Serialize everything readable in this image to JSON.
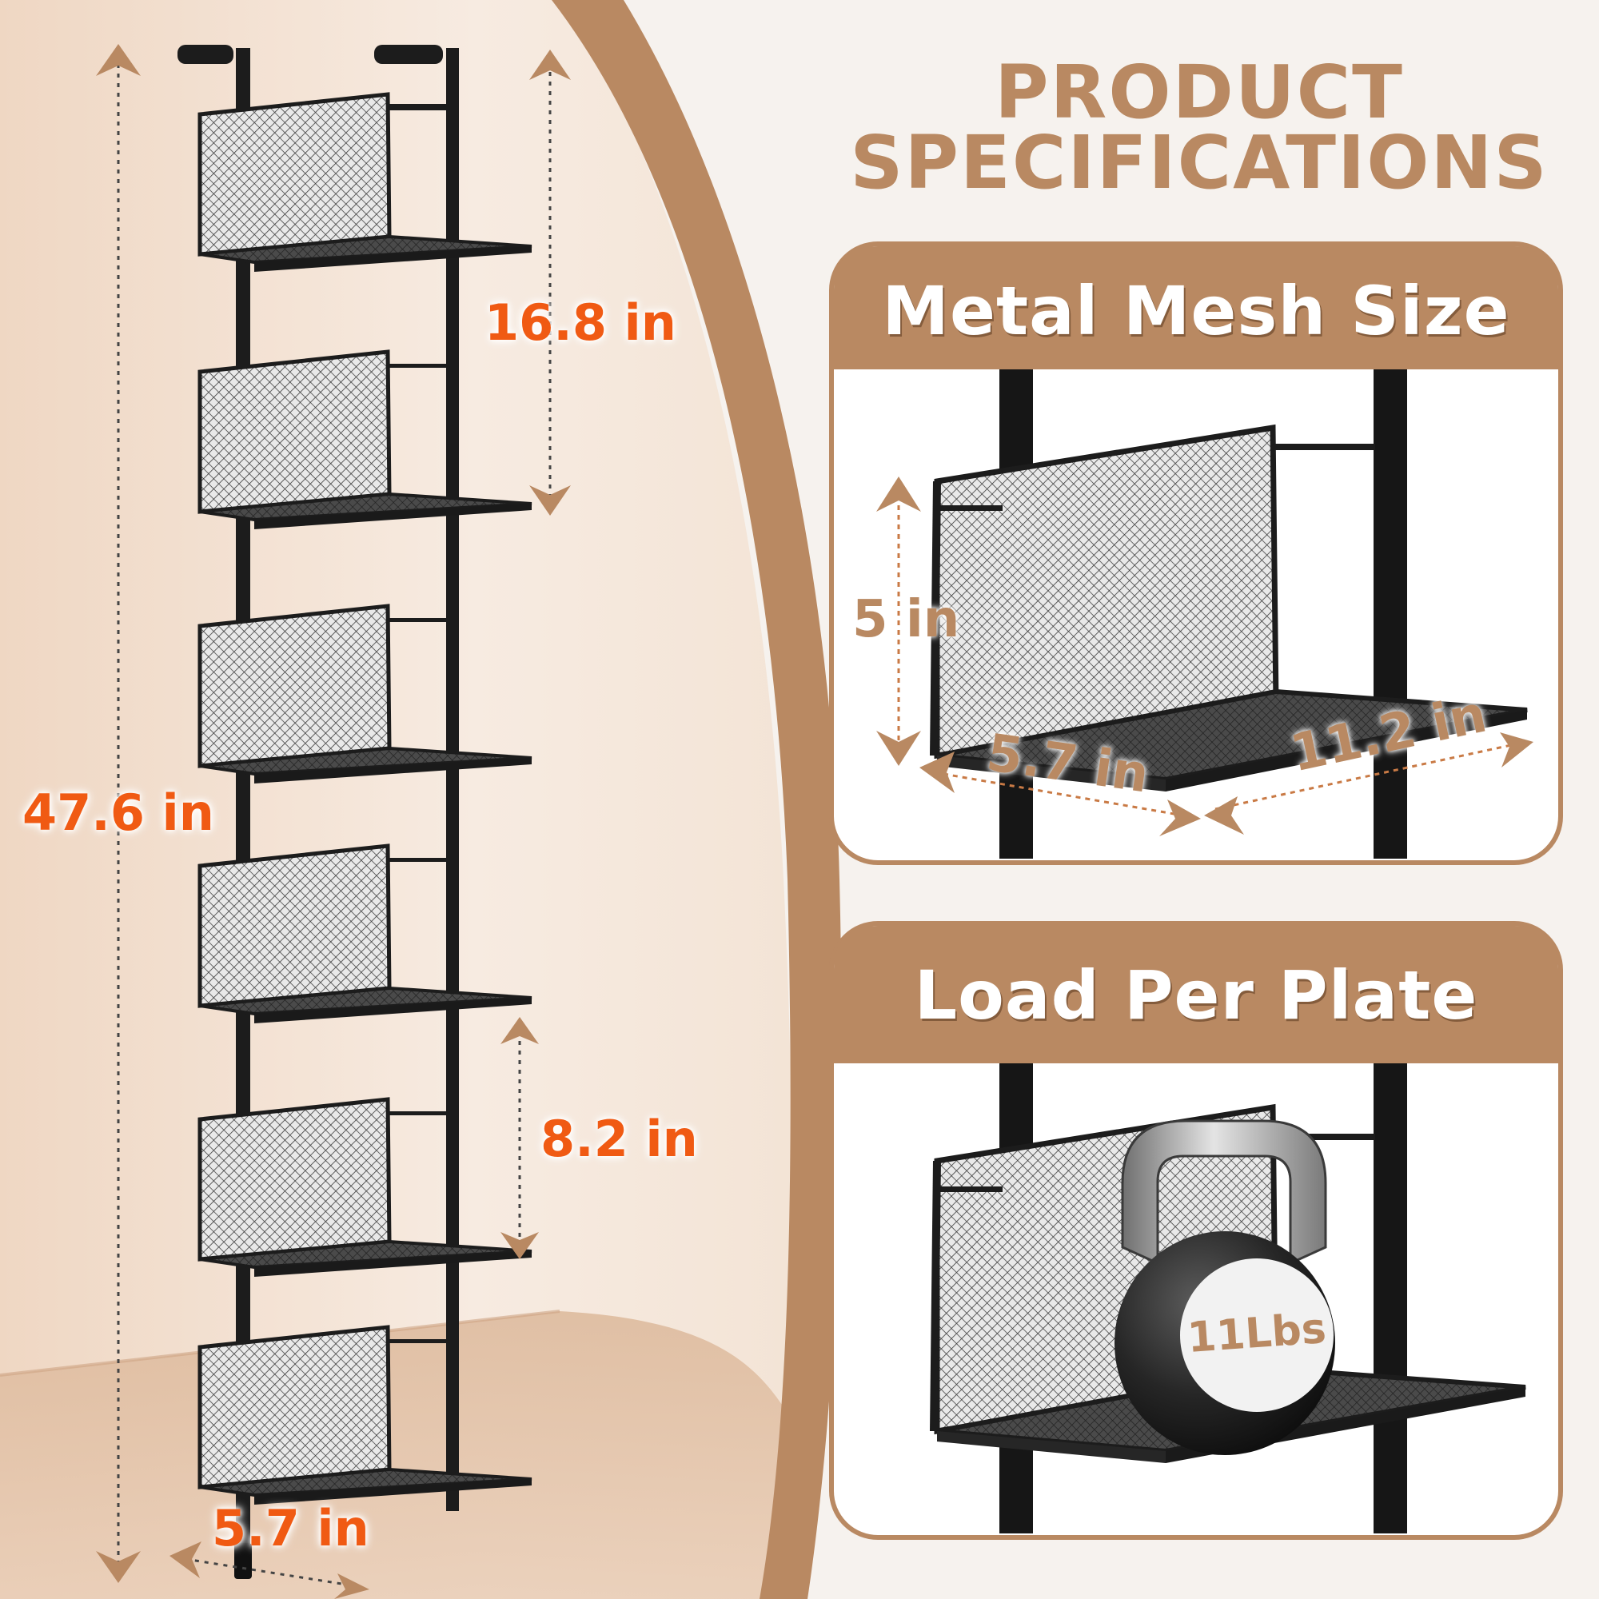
{
  "header": {
    "title_line1": "PRODUCT",
    "title_line2": "SPECIFICATIONS"
  },
  "dimensions": {
    "total_height": "47.6 in",
    "shelf_spacing_top": "16.8 in",
    "shelf_spacing_bottom": "8.2 in",
    "base_depth": "5.7 in"
  },
  "panels": {
    "mesh": {
      "title": "Metal Mesh Size",
      "height": "5 in",
      "depth": "5.7 in",
      "width": "11.2 in"
    },
    "load": {
      "title": "Load Per Plate",
      "weight": "11Lbs"
    }
  },
  "colors": {
    "accent_orange": "#f05a13",
    "brand_brown": "#b98962",
    "metal": "#1c1c1c"
  }
}
